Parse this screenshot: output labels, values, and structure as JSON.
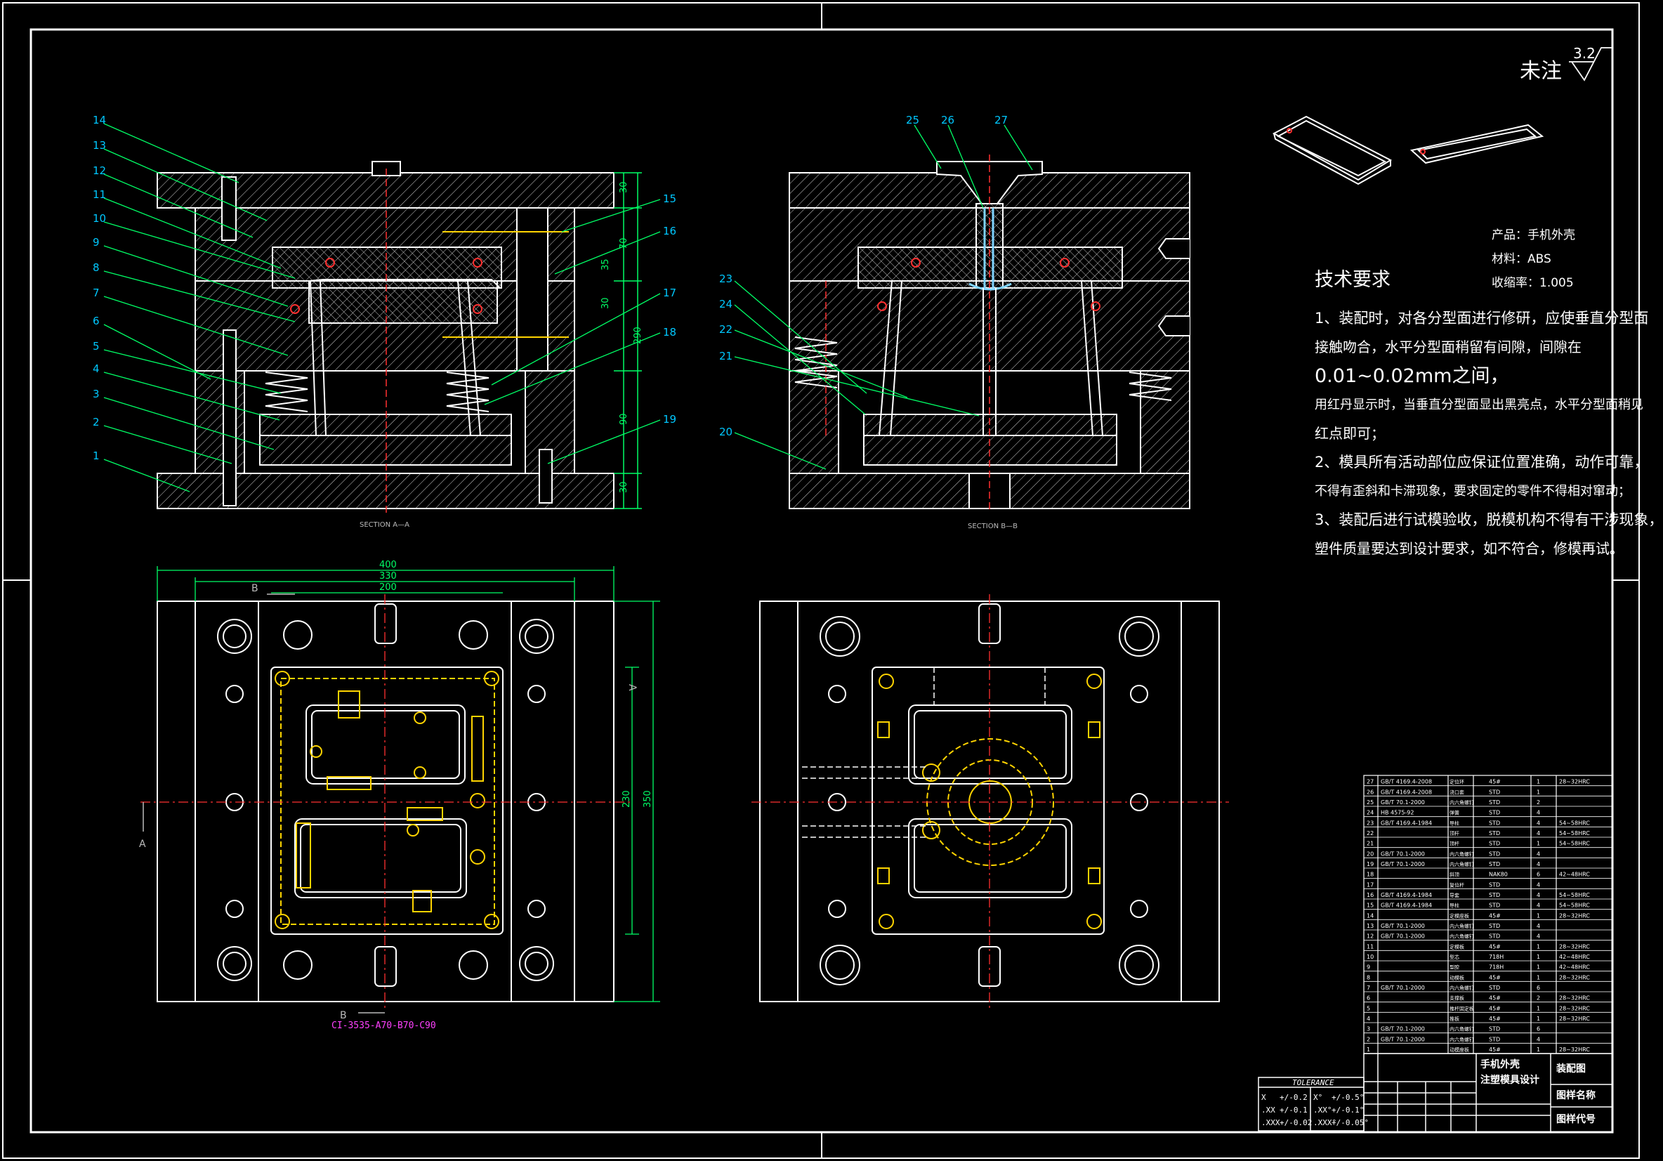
{
  "drawing": {
    "surface_note": "未注",
    "roughness": "3.2",
    "product_info": [
      "产品：手机外壳",
      "材料：ABS",
      "收缩率：1.005"
    ],
    "tech_title": "技术要求",
    "tech_lines": [
      "1、装配时，对各分型面进行修研，应使垂直分型面",
      "接触吻合，水平分型面稍留有间隙，间隙在",
      "0.01~0.02mm之间，",
      "用红丹显示时，当垂直分型面显出黑亮点，水平分型面稍见",
      "红点即可；",
      "2、模具所有活动部位应保证位置准确，动作可靠，",
      "不得有歪斜和卡滞现象，要求固定的零件不得相对窜动；",
      "3、装配后进行试模验收，脱模机构不得有干涉现象，",
      "塑件质量要达到设计要求，如不符合，修模再试。"
    ],
    "section_a_label": "SECTION A—A",
    "section_b_label": "SECTION B—B",
    "balloons_left": [
      "14",
      "13",
      "12",
      "11",
      "10",
      "9",
      "8",
      "7",
      "6",
      "5",
      "4",
      "3",
      "2",
      "1"
    ],
    "balloons_right_a": [
      "15",
      "16",
      "17",
      "18",
      "19"
    ],
    "balloons_top_b": [
      "25",
      "26",
      "27"
    ],
    "balloons_left_b": [
      "23",
      "24",
      "22",
      "21",
      "20"
    ],
    "dims_top": [
      "400",
      "330",
      "200"
    ],
    "dims_side": [
      "230",
      "350"
    ],
    "dims_section": [
      "30",
      "70",
      "35",
      "30",
      "90",
      "290",
      "30"
    ],
    "view_labels": [
      "B",
      "B",
      "A",
      "A"
    ],
    "mold_base_code": "CI-3535-A70-B70-C90",
    "tolerance": {
      "title": "TOLERANCE",
      "rows": [
        [
          "X",
          "+/-0.2",
          "X°",
          "+/-0.5°"
        ],
        [
          ".XX",
          "+/-0.1",
          ".XX°",
          "+/-0.1°"
        ],
        [
          ".XXX",
          "+/-0.02",
          ".XXX°",
          "+/-0.05°"
        ]
      ]
    },
    "title_block": {
      "name_line1": "手机外壳",
      "name_line2": "注塑模具设计",
      "drawing_type": "装配图",
      "drawing_name": "图样名称",
      "drawing_code": "图样代号"
    },
    "bom": [
      [
        "27",
        "GB/T 4169.4-2008",
        "定位环",
        "45#",
        "1",
        "28~32HRC"
      ],
      [
        "26",
        "GB/T 4169.4-2008",
        "浇口套",
        "STD",
        "1",
        ""
      ],
      [
        "25",
        "GB/T 70.1-2000",
        "内六角螺钉",
        "STD",
        "2",
        ""
      ],
      [
        "24",
        "HB 4575-92",
        "弹簧",
        "STD",
        "4",
        ""
      ],
      [
        "23",
        "GB/T 4169.4-1984",
        "导柱",
        "STD",
        "4",
        "54~58HRC"
      ],
      [
        "22",
        "",
        "顶杆",
        "STD",
        "4",
        "54~58HRC"
      ],
      [
        "21",
        "",
        "顶杆",
        "STD",
        "1",
        "54~58HRC"
      ],
      [
        "20",
        "GB/T 70.1-2000",
        "内六角螺钉",
        "STD",
        "4",
        ""
      ],
      [
        "19",
        "GB/T 70.1-2000",
        "内六角螺钉",
        "STD",
        "4",
        ""
      ],
      [
        "18",
        "",
        "斜顶",
        "NAK80",
        "6",
        "42~48HRC"
      ],
      [
        "17",
        "",
        "复位杆",
        "STD",
        "4",
        ""
      ],
      [
        "16",
        "GB/T 4169.4-1984",
        "导套",
        "STD",
        "4",
        "54~58HRC"
      ],
      [
        "15",
        "GB/T 4169.4-1984",
        "导柱",
        "STD",
        "4",
        "54~58HRC"
      ],
      [
        "14",
        "",
        "定模座板",
        "45#",
        "1",
        "28~32HRC"
      ],
      [
        "13",
        "GB/T 70.1-2000",
        "内六角螺钉",
        "STD",
        "4",
        ""
      ],
      [
        "12",
        "GB/T 70.1-2000",
        "内六角螺钉",
        "STD",
        "4",
        ""
      ],
      [
        "11",
        "",
        "定模板",
        "45#",
        "1",
        "28~32HRC"
      ],
      [
        "10",
        "",
        "型芯",
        "718H",
        "1",
        "42~48HRC"
      ],
      [
        "9",
        "",
        "型腔",
        "718H",
        "1",
        "42~48HRC"
      ],
      [
        "8",
        "",
        "动模板",
        "45#",
        "1",
        "28~32HRC"
      ],
      [
        "7",
        "GB/T 70.1-2000",
        "内六角螺钉",
        "STD",
        "6",
        ""
      ],
      [
        "6",
        "",
        "支撑板",
        "45#",
        "2",
        "28~32HRC"
      ],
      [
        "5",
        "",
        "推杆固定板",
        "45#",
        "1",
        "28~32HRC"
      ],
      [
        "4",
        "",
        "推板",
        "45#",
        "1",
        "28~32HRC"
      ],
      [
        "3",
        "GB/T 70.1-2000",
        "内六角螺钉",
        "STD",
        "6",
        ""
      ],
      [
        "2",
        "GB/T 70.1-2000",
        "内六角螺钉",
        "STD",
        "4",
        ""
      ],
      [
        "1",
        "",
        "动模座板",
        "45#",
        "1",
        "28~32HRC"
      ]
    ]
  }
}
